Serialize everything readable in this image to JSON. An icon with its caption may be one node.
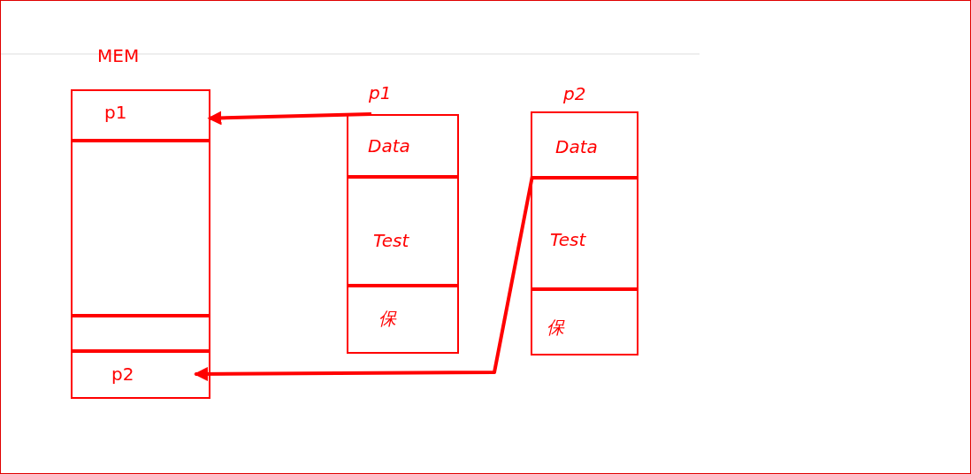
{
  "diagram": {
    "nodes": [
      {
        "text": [
          "MEM"
        ]
      },
      {
        "text": [
          "p1"
        ],
        "in": 0
      },
      {
        "text": [],
        "shape": "box",
        "in": 0
      },
      {
        "text": [],
        "shape": "box",
        "in": 0
      },
      {
        "text": [
          "p2"
        ],
        "in": 0
      },
      {
        "text": [
          "p1"
        ]
      },
      {
        "text": [
          "Data"
        ],
        "in": 5
      },
      {
        "text": [
          "Test"
        ],
        "in": 5
      },
      {
        "text": [
          "保"
        ],
        "in": 5
      },
      {
        "text": [
          "p2"
        ]
      },
      {
        "text": [
          "Data"
        ],
        "in": 9
      },
      {
        "text": [
          "Test"
        ],
        "in": 9
      },
      {
        "text": [
          "保"
        ],
        "in": 9
      }
    ],
    "edges": [
      {
        "from": 5,
        "to": 1,
        "arrow": "to"
      },
      {
        "from": 10,
        "to": 4,
        "arrow": "to"
      }
    ]
  }
}
